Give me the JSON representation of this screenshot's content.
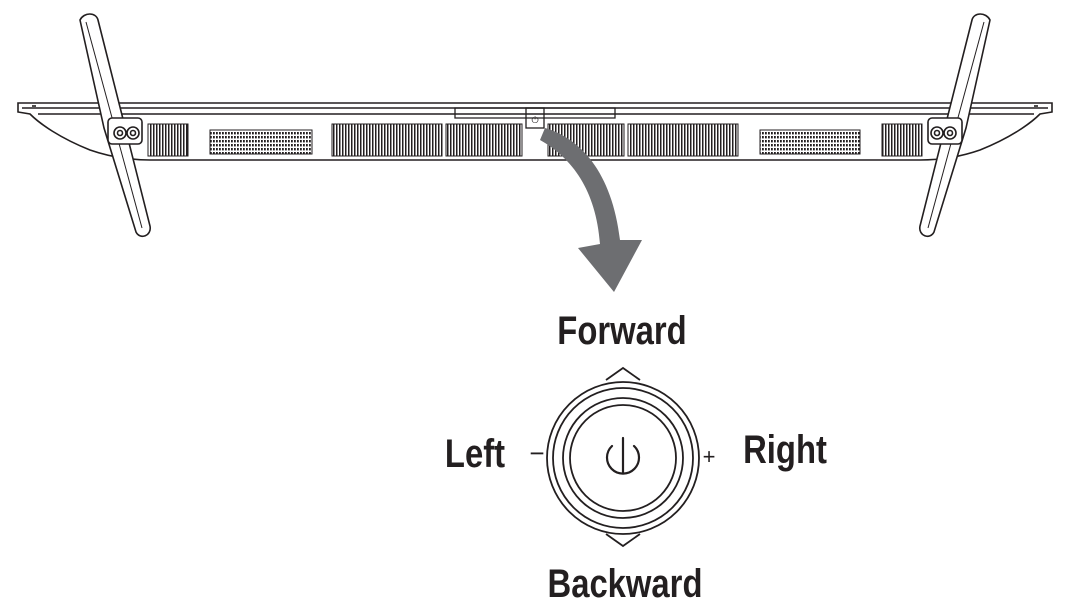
{
  "labels": {
    "forward": "Forward",
    "backward": "Backward",
    "left": "Left",
    "right": "Right",
    "minus": "−",
    "plus": "+"
  },
  "colors": {
    "line": "#231f20",
    "arrow": "#6d6e71",
    "fill": "#ffffff"
  },
  "icons": [
    "power-icon",
    "chevron-up-icon",
    "chevron-down-icon",
    "curved-arrow-icon"
  ]
}
